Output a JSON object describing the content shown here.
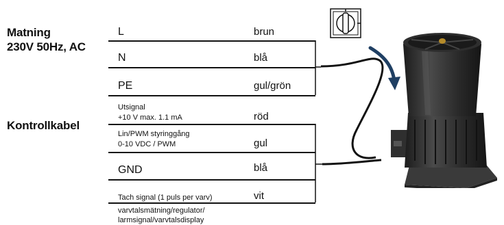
{
  "supply": {
    "title_line1": "Matning",
    "title_line2": "230V 50Hz, AC",
    "wires": [
      {
        "label": "L",
        "color": "brun"
      },
      {
        "label": "N",
        "color": "blå"
      },
      {
        "label": "PE",
        "color": "gul/grön"
      }
    ]
  },
  "control": {
    "title": "Kontrollkabel",
    "wires": [
      {
        "label_line1": "Utsignal",
        "label_line2": "+10 V max. 1.1 mA",
        "color": "röd"
      },
      {
        "label_line1": "Lin/PWM styringgång",
        "label_line2": "0-10 VDC / PWM",
        "color": "gul"
      },
      {
        "label": "GND",
        "color": "blå"
      },
      {
        "label": "Tach signal (1 puls per varv)",
        "color": "vit"
      }
    ],
    "footnote_line1": "varvtalsmätning/regulator/",
    "footnote_line2": "larmsignal/varvtalsdisplay"
  },
  "icons": {
    "switch": "rotary-switch-icon",
    "arrow": "curved-arrow-icon",
    "fan": "roof-fan-icon"
  },
  "colors": {
    "line": "#111111",
    "arrow": "#1f3f63",
    "fan_body": "#2b2b2b"
  }
}
